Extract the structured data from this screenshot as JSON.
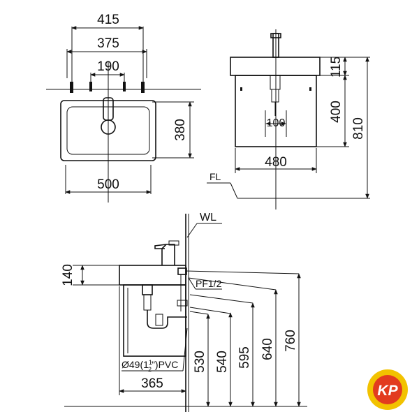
{
  "top_view": {
    "dimensions": {
      "overall_top": "415",
      "inner_top": "375",
      "tap_spacing": "190",
      "depth": "380",
      "width": "500"
    }
  },
  "front_view": {
    "dimensions": {
      "basin_height": "115",
      "cabinet_height": "400",
      "total_height": "810",
      "drain_offset": "100",
      "width": "480"
    },
    "labels": {
      "floor_level": "FL"
    }
  },
  "side_view": {
    "dimensions": {
      "top_offset": "140",
      "depth": "365",
      "h530": "530",
      "h540": "540",
      "h595": "595",
      "h640": "640",
      "h760": "760"
    },
    "labels": {
      "wall_line": "WL",
      "water_inlet": "PF1/2",
      "waste_pipe_prefix": "Ø49(1",
      "waste_pipe_frac_num": "1",
      "waste_pipe_frac_den": "2",
      "waste_pipe_suffix": "\")PVC"
    }
  },
  "logo": {
    "text": "KP",
    "colors": {
      "ring": "#f2c200",
      "inner": "#e23b1f",
      "text": "#ffffff"
    }
  }
}
